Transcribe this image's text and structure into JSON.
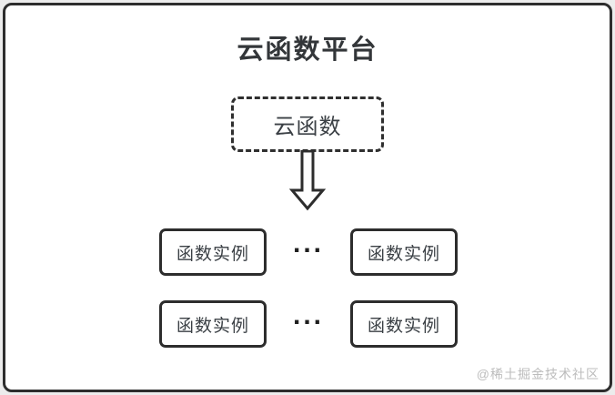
{
  "diagram": {
    "title": "云函数平台",
    "root_box": {
      "label": "云函数"
    },
    "arrow_icon": "down-arrow-outline",
    "rows": [
      {
        "boxes": [
          "函数实例",
          "函数实例"
        ],
        "separator": "..."
      },
      {
        "boxes": [
          "函数实例",
          "函数实例"
        ],
        "separator": "..."
      }
    ],
    "watermark": "@稀土掘金技术社区",
    "colors": {
      "border": "#2d2d2d",
      "text": "#3b4045",
      "title": "#333639",
      "background": "#ffffff",
      "outer_background": "#ececec",
      "watermark": "#bcbcbc"
    }
  }
}
